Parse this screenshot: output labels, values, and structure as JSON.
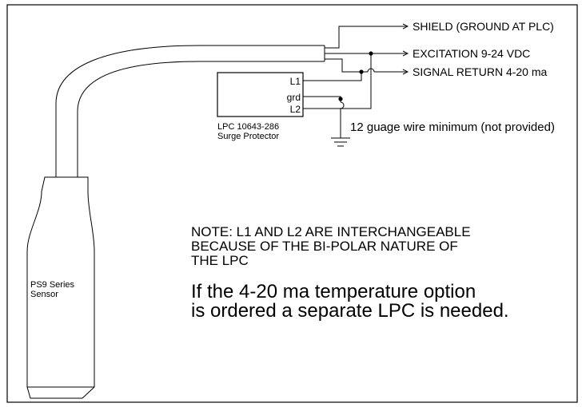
{
  "wire_labels": {
    "shield": "SHIELD (GROUND AT PLC)",
    "excitation": "EXCITATION 9-24 VDC",
    "signal_return": "SIGNAL RETURN 4-20 ma"
  },
  "surge_protector": {
    "terminal_l1": "L1",
    "terminal_grd": "grd",
    "terminal_l2": "L2",
    "part_number": "LPC  10643-286",
    "name": "Surge Protector"
  },
  "ground_note": "12 guage wire minimum (not provided)",
  "note": {
    "line1": "NOTE:  L1 AND L2 ARE INTERCHANGEABLE",
    "line2": "BECAUSE OF THE BI-POLAR NATURE OF",
    "line3": "THE LPC"
  },
  "temperature_note": {
    "line1": "If the 4-20 ma temperature option",
    "line2": "is ordered a separate LPC is needed."
  },
  "sensor": {
    "line1": "PS9 Series",
    "line2": "Sensor"
  }
}
